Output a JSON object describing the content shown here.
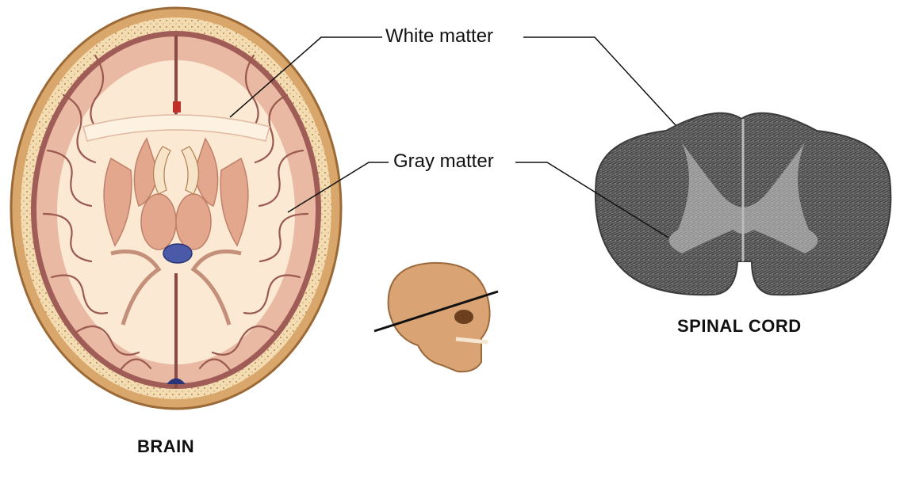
{
  "labels": {
    "white_matter": "White matter",
    "gray_matter": "Gray matter",
    "brain": "BRAIN",
    "spinal_cord": "SPINAL CORD"
  },
  "colors": {
    "brain_outer_rim": "#d9a66b",
    "brain_skull_band": "#f3dcb2",
    "brain_white_matter": "#fbe9d3",
    "brain_gray_matter": "#e9b9a3",
    "brain_sulci": "#9a5a50",
    "ventricle": "#4a5aa8",
    "skull": "#d9a373",
    "cord_gray": "#585858",
    "cord_light": "#dcdcdc"
  },
  "icons": [
    "brain-axial-section",
    "skull-with-cut-line",
    "spinal-cord-cross-section"
  ]
}
